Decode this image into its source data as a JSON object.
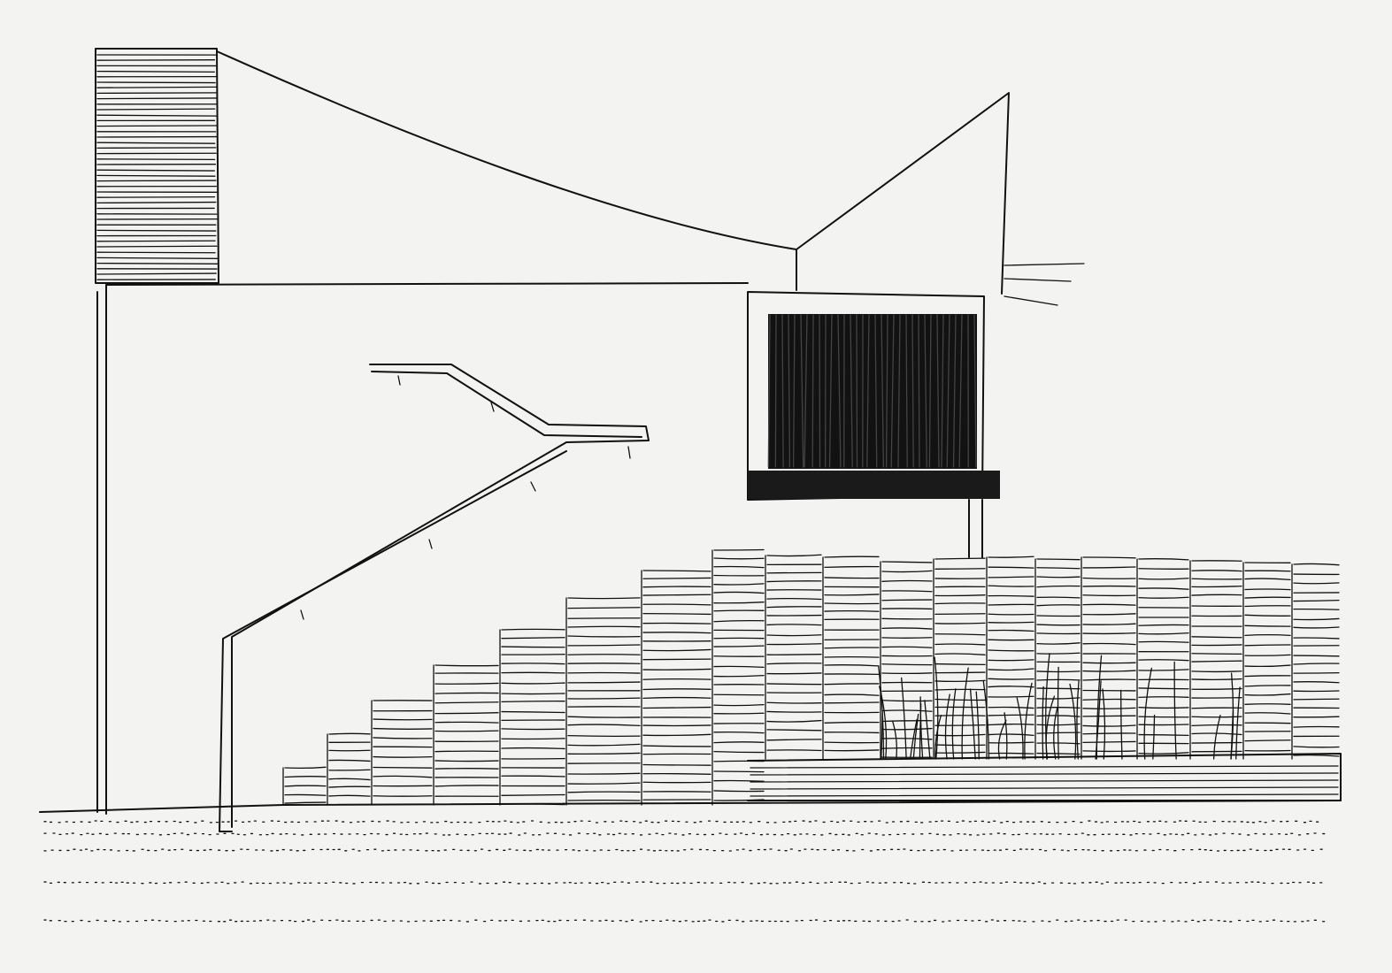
{
  "artwork": {
    "medium": "pen-sketch",
    "colors": {
      "paper": "#f3f3f2",
      "ink": "#111111"
    },
    "elements": [
      "hatched-tower",
      "sloped-roof",
      "handrail",
      "dark-window",
      "stone-terraces",
      "planter-grass",
      "dotted-ground"
    ]
  }
}
